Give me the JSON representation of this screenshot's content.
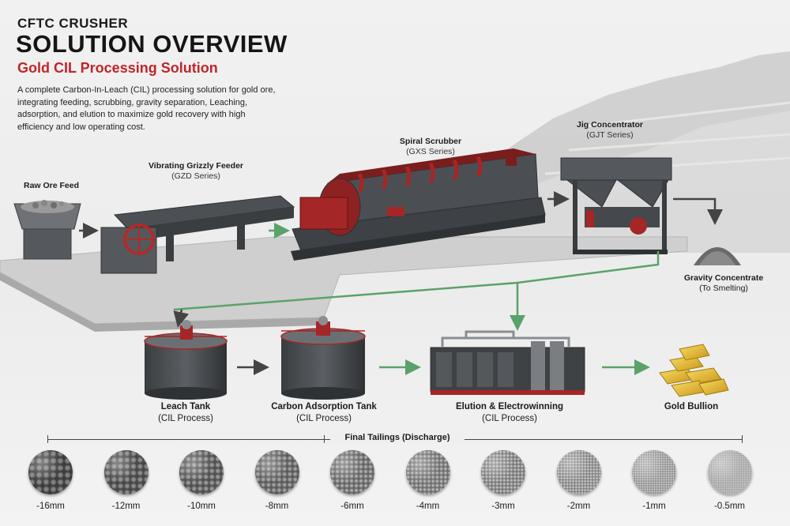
{
  "header": {
    "brand": "CFTC CRUSHER",
    "title": "SOLUTION OVERVIEW",
    "subtitle": "Gold CIL Processing Solution",
    "description": "A complete Carbon-In-Leach (CIL) processing solution for gold ore, integrating feeding, scrubbing, gravity separation, Leaching, adsorption, and elution to maximize gold recovery with high efficiency and low operating cost."
  },
  "colors": {
    "accent_red": "#c0252a",
    "flow_green": "#5aa26a",
    "machine_gray": "#4a4d50",
    "bg": "#ececec"
  },
  "equipment": {
    "raw_ore": {
      "name": "Raw Ore Feed"
    },
    "feeder": {
      "name": "Vibrating Grizzly Feeder",
      "series": "(GZD Series)"
    },
    "scrubber": {
      "name": "Spiral Scrubber",
      "series": "(GXS Series)"
    },
    "jig": {
      "name": "Jig Concentrator",
      "series": "(GJT Series)"
    },
    "gravity": {
      "name": "Gravity Concentrate",
      "note": "(To Smelting)"
    },
    "leach": {
      "name": "Leach Tank",
      "note": "(CIL Process)"
    },
    "carbon": {
      "name": "Carbon Adsorption Tank",
      "note": "(CIL Process)"
    },
    "elution": {
      "name": "Elution & Electrowinning",
      "note": "(CIL Process)"
    },
    "bullion": {
      "name": "Gold Bullion"
    }
  },
  "tailings": {
    "title": "Final Tailings (Discharge)",
    "sizes": [
      "-16mm",
      "-12mm",
      "-10mm",
      "-8mm",
      "-6mm",
      "-4mm",
      "-3mm",
      "-2mm",
      "-1mm",
      "-0.5mm"
    ]
  }
}
